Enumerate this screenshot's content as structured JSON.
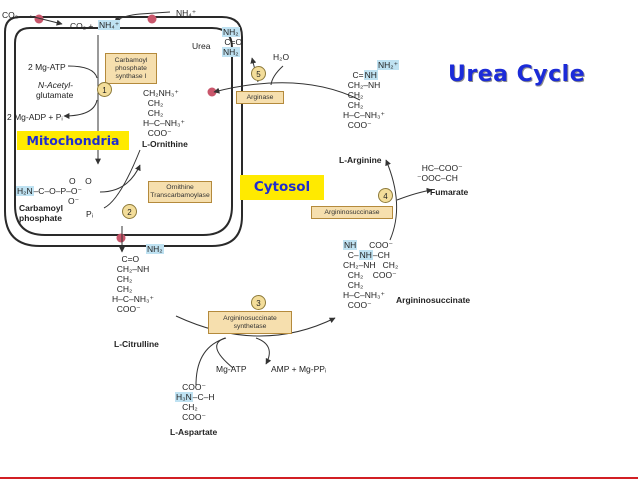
{
  "title": "Urea Cycle",
  "labels": {
    "mitochondria": "Mitochondria",
    "cytosol": "Cytosol"
  },
  "colors": {
    "title": "#1b2bd8",
    "label_bg": "#ffea00",
    "enzyme_box": "#f6dfae",
    "highlight": "#bfe2f2",
    "transporter": "#c9566b",
    "bottom_rule": "#d21f24"
  },
  "reactants": {
    "co2_outside": "CO₂",
    "nh4_outside": "NH₄⁺",
    "co2_inside": "CO₂ +",
    "nh4_inside": "NH₄⁺",
    "mg_atp": "2 Mg-ATP",
    "n_acetyl_1": "N-Acetyl-",
    "n_acetyl_2": "glutamate",
    "mg_adp": "2 Mg-ADP + Pᵢ",
    "pi": "Pᵢ",
    "h2o": "H₂O",
    "mg_atp_3": "Mg-ATP",
    "amp_ppi": "AMP + Mg-PPᵢ"
  },
  "enzymes": {
    "e1": "Carbamoyl phosphate synthase I",
    "e2": "Ornithine Transcarbamoylase",
    "e3": "Argininosuccinate synthetase",
    "e4": "Argininosuccinase",
    "e5": "Arginase"
  },
  "steps": [
    "1",
    "2",
    "3",
    "4",
    "5"
  ],
  "molecules": {
    "carbamoyl_phosphate": "Carbamoyl\nphosphate",
    "ornithine": "L-Ornithine",
    "citrulline": "L-Citrulline",
    "aspartate": "L-Aspartate",
    "argininosuccinate": "Argininosuccinate",
    "fumarate": "Fumarate",
    "arginine": "L-Arginine",
    "urea": "Urea"
  }
}
